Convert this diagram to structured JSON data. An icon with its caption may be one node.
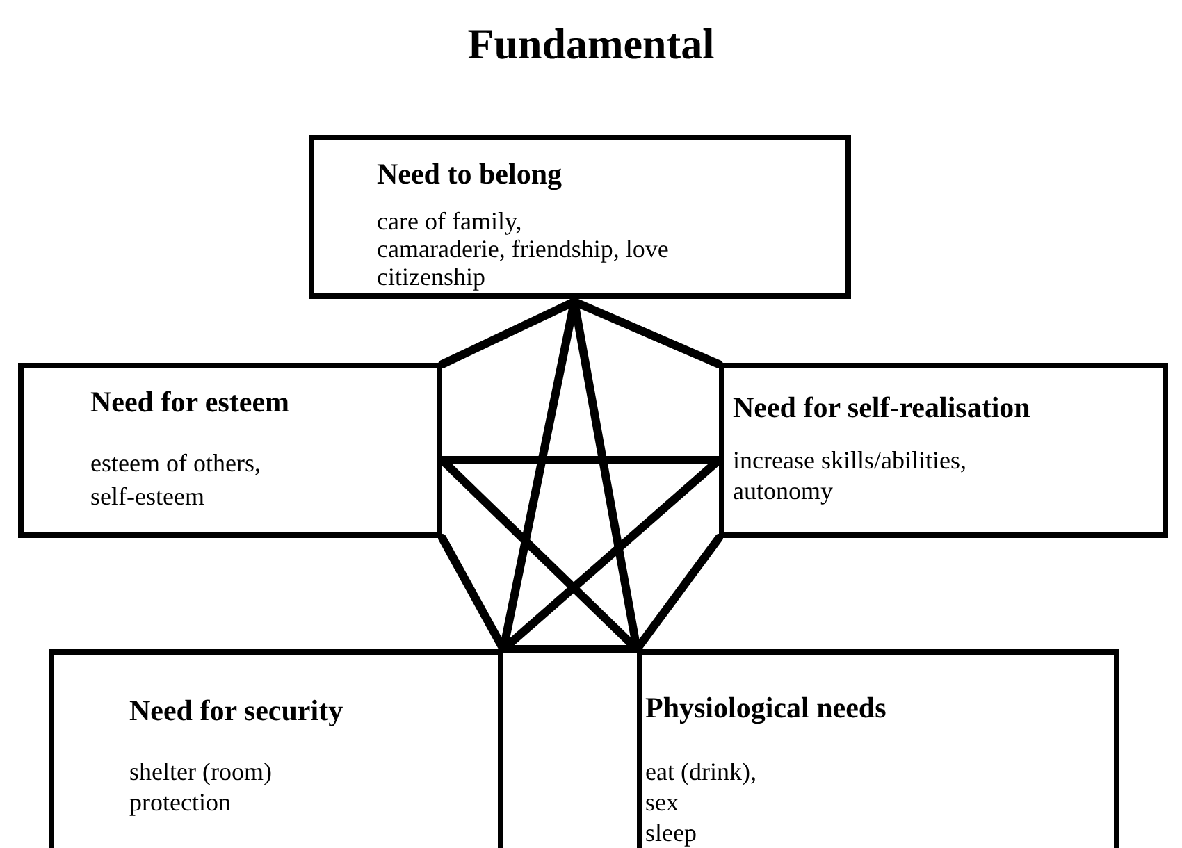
{
  "diagram": {
    "title": "Fundamental",
    "nodes": [
      {
        "text": [
          "Need to belong",
          "care of family,",
          "camaraderie, friendship, love",
          "citizenship"
        ]
      },
      {
        "text": [
          "Need for esteem",
          "esteem of others,",
          "self-esteem"
        ]
      },
      {
        "text": [
          "Need for self-realisation",
          "increase skills/abilities,",
          "autonomy"
        ]
      },
      {
        "text": [
          "Need for security",
          "shelter (room)",
          "protection"
        ]
      },
      {
        "text": [
          "Physiological needs",
          "eat (drink),",
          "sex",
          "sleep"
        ]
      }
    ],
    "edges": [
      {
        "from": 0,
        "to": 1,
        "arrow": "none"
      },
      {
        "from": 0,
        "to": 2,
        "arrow": "none"
      },
      {
        "from": 1,
        "to": 3,
        "arrow": "none"
      },
      {
        "from": 2,
        "to": 4,
        "arrow": "none"
      },
      {
        "from": 3,
        "to": 4,
        "arrow": "none"
      },
      {
        "from": 0,
        "to": 3,
        "arrow": "none"
      },
      {
        "from": 0,
        "to": 4,
        "arrow": "none"
      },
      {
        "from": 1,
        "to": 2,
        "arrow": "none"
      },
      {
        "from": 1,
        "to": 4,
        "arrow": "none"
      },
      {
        "from": 2,
        "to": 3,
        "arrow": "none"
      }
    ]
  }
}
